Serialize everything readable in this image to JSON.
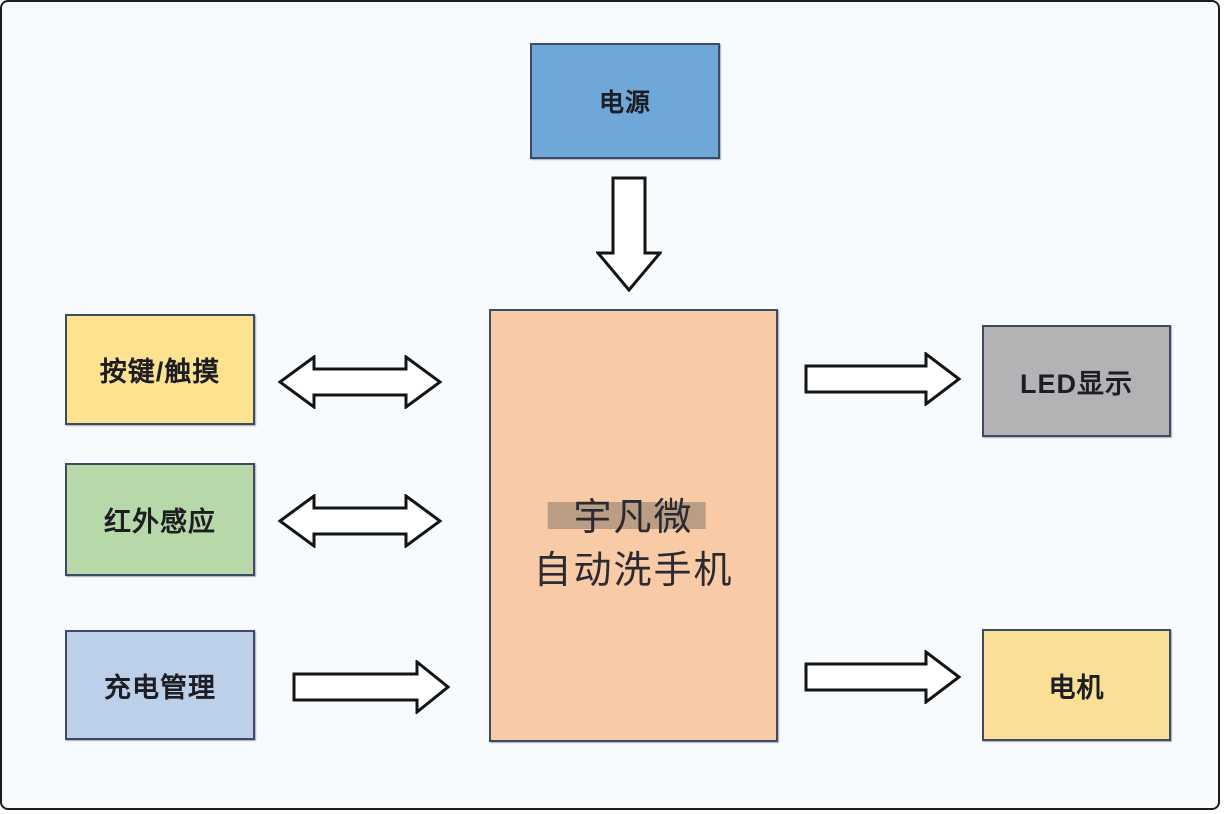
{
  "diagram": {
    "type": "block-diagram",
    "description_language": "zh-CN",
    "nodes": {
      "power": {
        "label": "电源",
        "fill": "#6fa7d8"
      },
      "mcu": {
        "label_line1": "宇凡微",
        "label_line2": "自动洗手机",
        "fill": "#f8caa5",
        "watermark_over_line1": true
      },
      "touch": {
        "label": "按键/触摸",
        "fill": "#ffe28f"
      },
      "infrared": {
        "label": "红外感应",
        "fill": "#b7d8a8"
      },
      "charge": {
        "label": "充电管理",
        "fill": "#bdd0ea"
      },
      "led": {
        "label": "LED显示",
        "fill": "#b3b3b5"
      },
      "motor": {
        "label": "电机",
        "fill": "#fbdf97"
      }
    },
    "connections": [
      {
        "from": "power",
        "to": "mcu",
        "style": "hollow-block-arrow",
        "type": "one-way",
        "direction": "down"
      },
      {
        "from": "touch",
        "to": "mcu",
        "style": "hollow-block-arrow",
        "type": "two-way",
        "direction": "horizontal"
      },
      {
        "from": "infrared",
        "to": "mcu",
        "style": "hollow-block-arrow",
        "type": "two-way",
        "direction": "horizontal"
      },
      {
        "from": "charge",
        "to": "mcu",
        "style": "hollow-block-arrow",
        "type": "one-way",
        "direction": "right"
      },
      {
        "from": "mcu",
        "to": "led",
        "style": "hollow-block-arrow",
        "type": "one-way",
        "direction": "right"
      },
      {
        "from": "mcu",
        "to": "motor",
        "style": "hollow-block-arrow",
        "type": "one-way",
        "direction": "right"
      }
    ],
    "palette": {
      "background": "#f8fbfe",
      "outer_border": "#1c1c1c",
      "node_border": "#3c4a64",
      "arrow_fill": "#ffffff",
      "arrow_stroke": "#141414",
      "text": "#1d1d24"
    }
  }
}
